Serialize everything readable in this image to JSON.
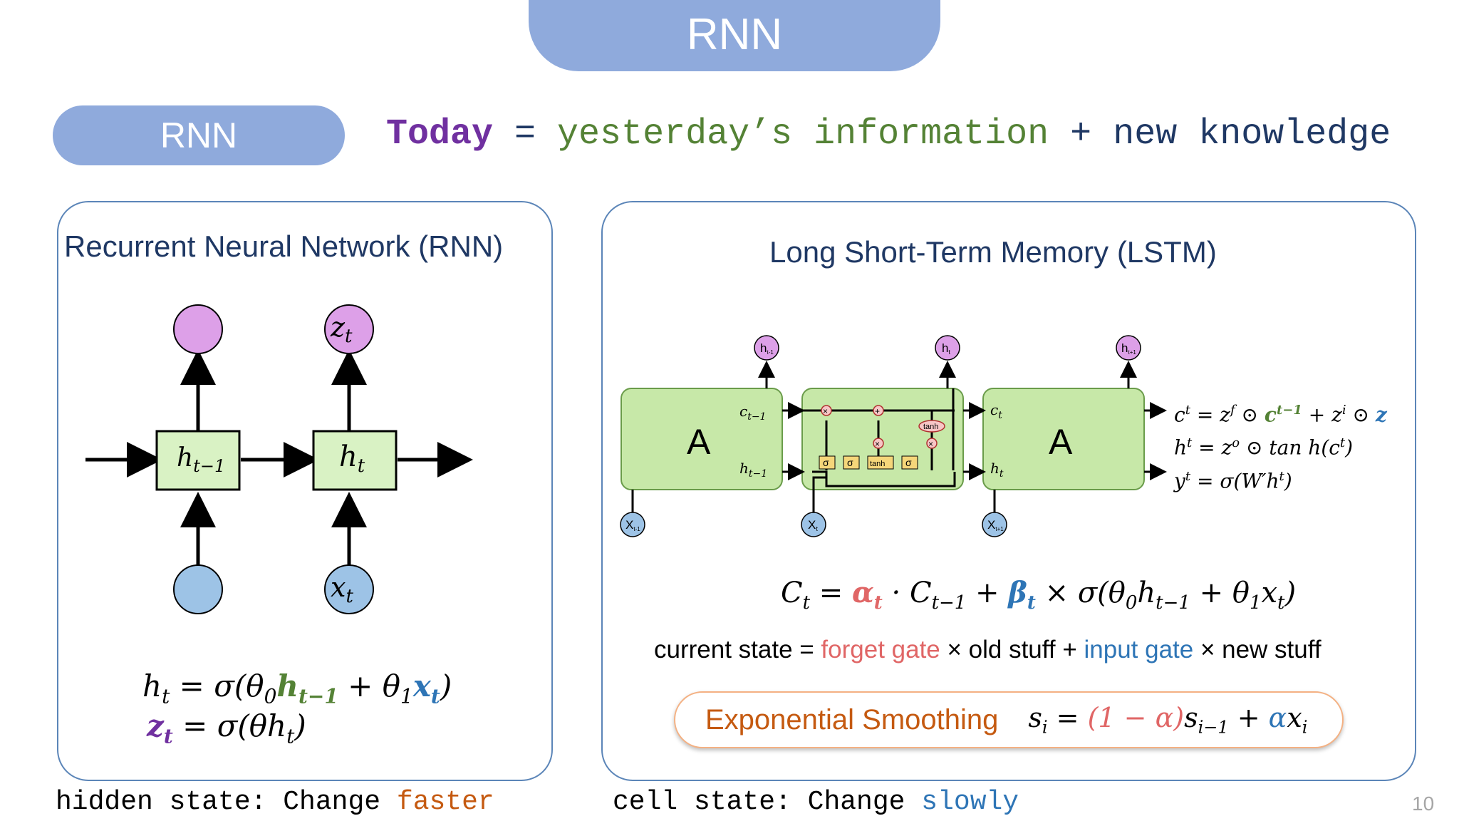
{
  "title": "RNN",
  "badge": "RNN",
  "headline": {
    "today": "Today",
    "eq": " = ",
    "yesterday": "yesterday’s information",
    "plus": " + ",
    "knowledge": "new knowledge"
  },
  "left_panel": {
    "title": "Recurrent Neural Network (RNN)",
    "nodes": {
      "h_prev": "h",
      "h_prev_sub": "t−1",
      "h_curr": "h",
      "h_curr_sub": "t",
      "z": "z",
      "z_sub": "t",
      "x": "x",
      "x_sub": "t"
    },
    "eq1": {
      "lhs": "h",
      "lhs_sub": "t",
      "a": " = σ(θ",
      "a_sub": "0",
      "hprev": "h",
      "hprev_sub": "t−1",
      "b": " + θ",
      "b_sub": "1",
      "x": "x",
      "x_sub": "t",
      "close": ")"
    },
    "eq2": {
      "z": "z",
      "z_sub": "t",
      "rest": " = σ(θh",
      "rest_sub": "t",
      "close": ")"
    }
  },
  "right_panel": {
    "title": "Long Short-Term Memory (LSTM)",
    "cell_label": "A",
    "gate_sigma": "σ",
    "gate_tanh": "tanh",
    "op_mul": "×",
    "op_add": "+",
    "c_prev": "c",
    "c_prev_sub": "t−1",
    "h_prev": "h",
    "h_prev_sub": "t−1",
    "c_t": "c",
    "c_t_sub": "t",
    "h_t": "h",
    "h_t_sub": "t",
    "out_prev": "h",
    "out_prev_sub": "t-1",
    "out_curr": "h",
    "out_curr_sub": "t",
    "out_next": "h",
    "out_next_sub": "t+1",
    "in_prev": "X",
    "in_prev_sub": "t-1",
    "in_curr": "X",
    "in_curr_sub": "t",
    "in_next": "X",
    "in_next_sub": "t+1",
    "side_eqs": {
      "c": {
        "c": "c",
        "c_sup": "t",
        "a": " = z",
        "a_sup": "f",
        "dot": " ⊙ ",
        "cprev": "c",
        "cprev_sup": "t−1",
        "plus": " + z",
        "plus_sup": "i",
        "dot2": " ⊙ ",
        "z": "z"
      },
      "h": {
        "h": "h",
        "h_sup": "t",
        "rest": " = z",
        "rest_sup": "o",
        "tail": " ⊙ tan h(c",
        "tail_sup": "t",
        "close": ")"
      },
      "y": {
        "y": "y",
        "y_sup": "t",
        "rest": " = σ(W′h",
        "rest_sup": "t",
        "close": ")"
      }
    },
    "main_eq": {
      "c": "C",
      "c_sub": "t",
      "eq": " = ",
      "alpha": "α",
      "alpha_sub": "t",
      "mid": " · C",
      "mid_sub": "t−1",
      "plus": " + ",
      "beta": "β",
      "beta_sub": "t",
      "rest": " × σ(θ",
      "rest_sub0": "0",
      "h": "h",
      "h_sub": "t−1",
      "plus2": " + θ",
      "rest_sub1": "1",
      "x": "x",
      "x_sub": "t",
      "close": ")"
    },
    "state_text": {
      "a": "current state = ",
      "forget": "forget gate",
      "b": " × old stuff + ",
      "input": "input gate",
      "c": " × new stuff"
    },
    "smoothing": {
      "label": "Exponential Smoothing",
      "s": "s",
      "s_sub": "i",
      "eq": " = ",
      "one_minus": "(1 − α)",
      "s2": "s",
      "s2_sub": "i−1",
      "plus": " + ",
      "alpha": "α",
      "x": "x",
      "x_sub": "i"
    }
  },
  "captions": {
    "left": "hidden state: Change ",
    "left_accent": "faster",
    "right": "cell state: Change ",
    "right_accent": "slowly"
  },
  "page_number": "10",
  "colors": {
    "title_bg": "#8faadc",
    "purple": "#7030a0",
    "green": "#548235",
    "navy": "#1f3864",
    "orange": "#c55a11",
    "blue": "#2e75b6",
    "red": "#e06666",
    "node_purple": "#dda0e8",
    "node_blue": "#9dc3e6",
    "box_green": "#d9f2c4"
  }
}
